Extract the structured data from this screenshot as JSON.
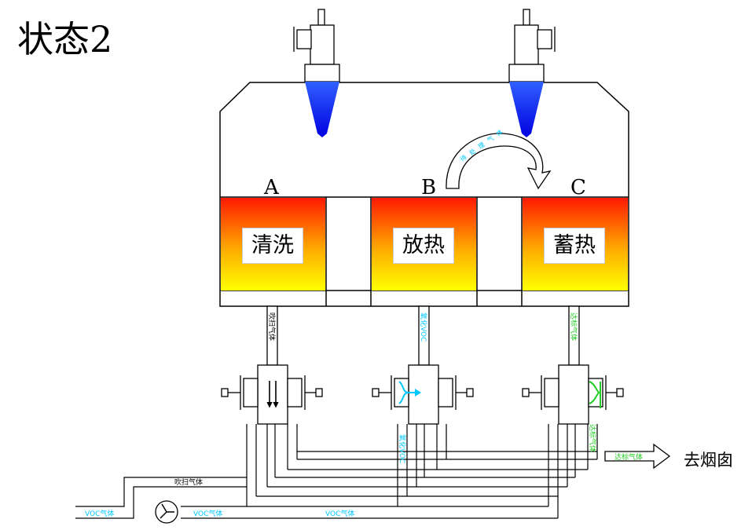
{
  "title": "状态2",
  "chambers": [
    {
      "letter": "A",
      "label": "清洗"
    },
    {
      "letter": "B",
      "label": "放热"
    },
    {
      "letter": "C",
      "label": "蓄热"
    }
  ],
  "flow_arrow_text": "待处理气体",
  "pipe_labels": {
    "a_pipe": "吹扫气体",
    "b_pipe": "氧化VOC",
    "c_pipe": "达标气体",
    "b_lower": "氧化VOC",
    "c_lower": "达标气体",
    "purge": "吹扫气体",
    "voc1": "VOC气体",
    "voc2": "VOC气体",
    "voc3": "VOC气体",
    "clean_out": "达标气体"
  },
  "destination": "去烟囱",
  "colors": {
    "line": "#000000",
    "cyan": "#00c8ff",
    "green": "#22cc22",
    "spray": "#0000ff",
    "heat_top": "#ff1a00",
    "heat_bottom": "#ffff00"
  }
}
